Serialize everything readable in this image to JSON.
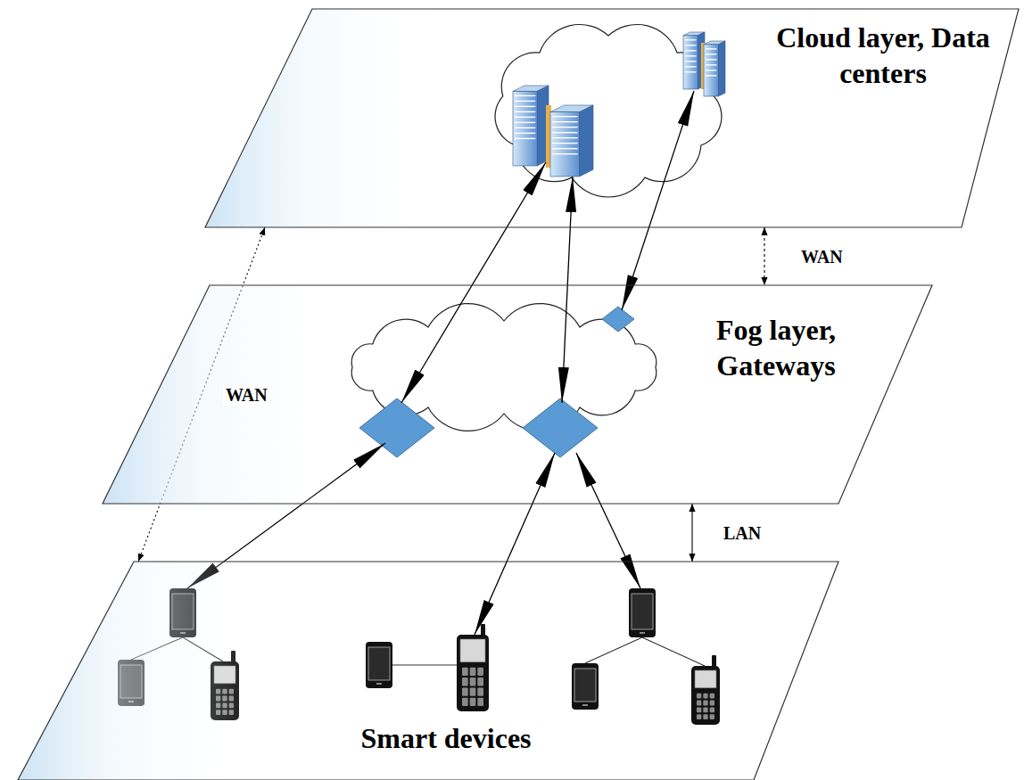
{
  "diagram": {
    "nodes": [
      {
        "text": [
          "Cloud layer, Data centers"
        ]
      },
      {
        "text": [
          "Fog layer, Gateways"
        ]
      },
      {
        "text": [
          "Smart devices"
        ]
      }
    ],
    "edges": [
      {
        "from": 0,
        "to": 1,
        "label": "WAN",
        "arrow": "both"
      },
      {
        "from": 0,
        "to": 2,
        "label": "WAN",
        "arrow": "both"
      },
      {
        "from": 1,
        "to": 2,
        "label": "LAN",
        "arrow": "both"
      }
    ]
  }
}
